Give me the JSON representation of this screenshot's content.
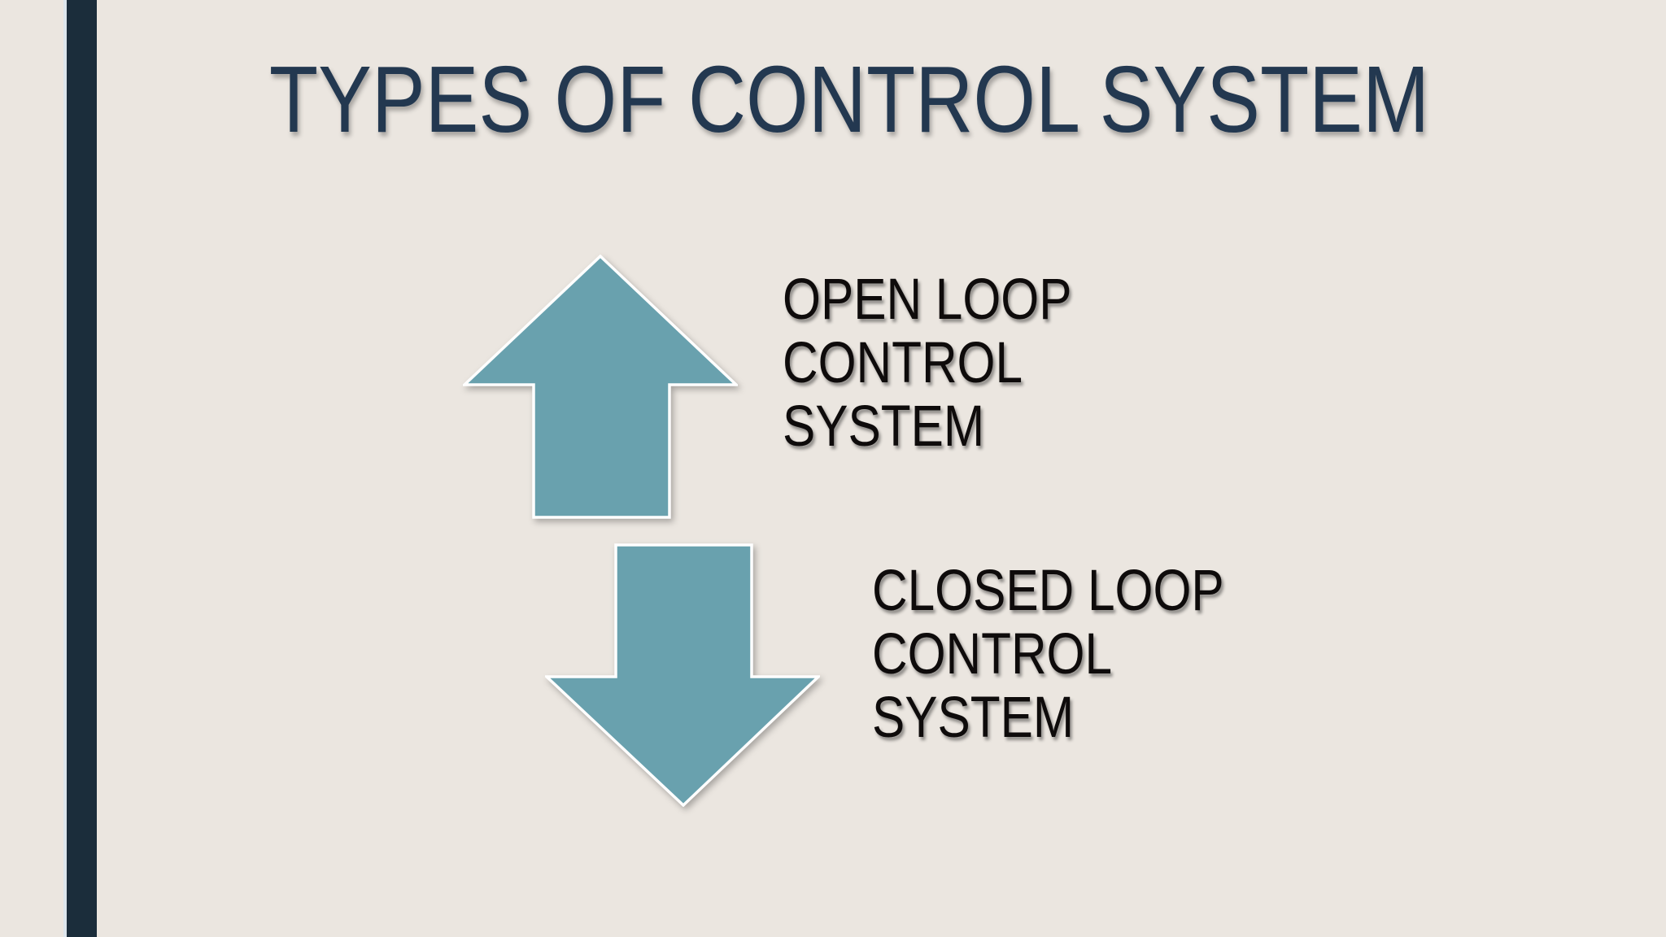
{
  "slide": {
    "title": "TYPES OF CONTROL SYSTEM",
    "arrows": [
      {
        "direction": "up",
        "label": "OPEN LOOP\nCONTROL\nSYSTEM"
      },
      {
        "direction": "down",
        "label": "CLOSED LOOP\nCONTROL\nSYSTEM"
      }
    ]
  },
  "colors": {
    "background": "#ebe6e0",
    "accent_bar": "#1b2d3b",
    "accent_bar_highlight": "#dde6ed",
    "arrow_fill": "#69a1ae",
    "arrow_outline": "#ffffff",
    "title_text": "#233850",
    "body_text": "#0e0b0b"
  }
}
